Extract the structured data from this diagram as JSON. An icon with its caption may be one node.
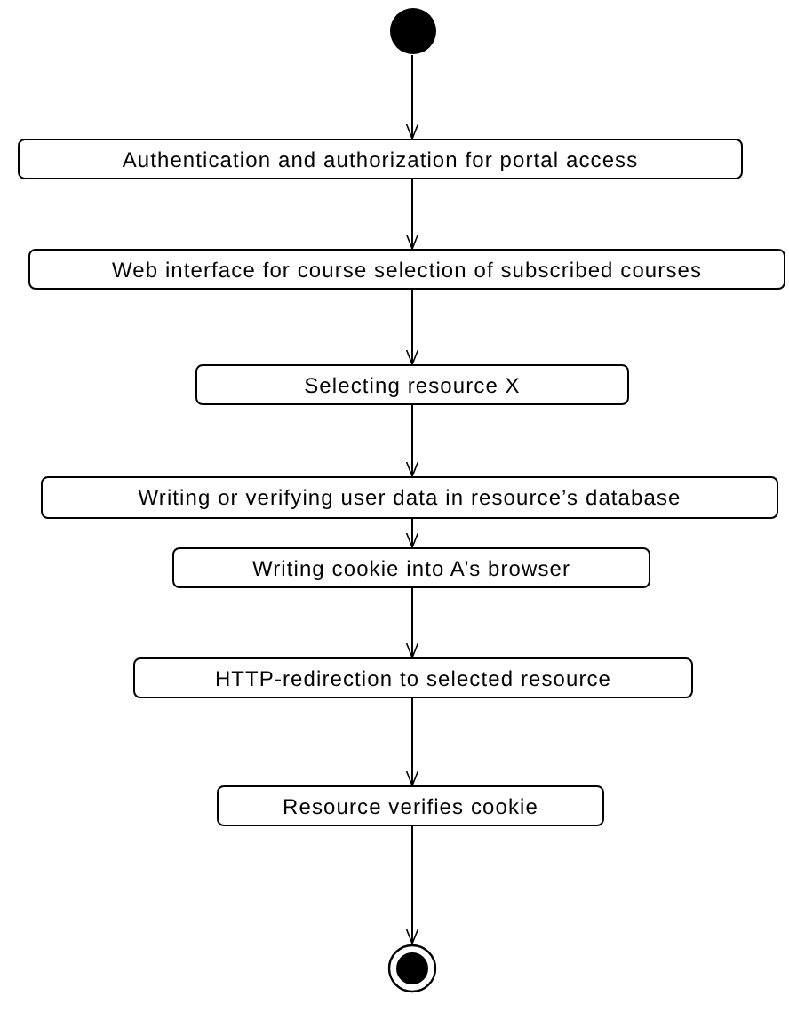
{
  "diagram": {
    "nodes": [
      {
        "text": [],
        "shape": "circle"
      },
      {
        "text": [
          "Authentication and authorization for portal access"
        ]
      },
      {
        "text": [
          "Web interface for course selection of subscribed courses"
        ]
      },
      {
        "text": [
          "Selecting resource X"
        ]
      },
      {
        "text": [
          "Writing or verifying user data in resource’s database"
        ]
      },
      {
        "text": [
          "Writing cookie into A’s browser"
        ]
      },
      {
        "text": [
          "HTTP-redirection to selected resource"
        ]
      },
      {
        "text": [
          "Resource verifies cookie"
        ]
      },
      {
        "text": [],
        "shape": "bullseye"
      }
    ],
    "edges": [
      {
        "from": 0,
        "to": 1,
        "arrow": "to"
      },
      {
        "from": 1,
        "to": 2,
        "arrow": "to"
      },
      {
        "from": 2,
        "to": 3,
        "arrow": "to"
      },
      {
        "from": 3,
        "to": 4,
        "arrow": "to"
      },
      {
        "from": 4,
        "to": 5,
        "arrow": "to"
      },
      {
        "from": 5,
        "to": 6,
        "arrow": "to"
      },
      {
        "from": 6,
        "to": 7,
        "arrow": "to"
      },
      {
        "from": 7,
        "to": 8,
        "arrow": "to"
      }
    ]
  }
}
